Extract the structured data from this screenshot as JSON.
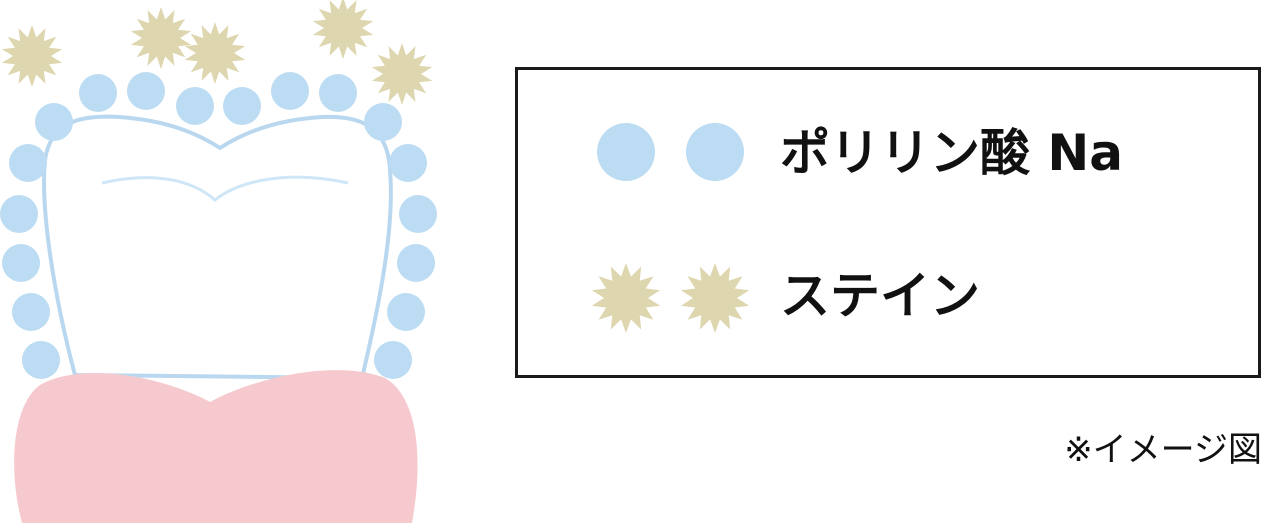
{
  "legend": {
    "items": [
      {
        "label": "ポリリン酸 Na",
        "marker": "blue-circle",
        "color": "#bcdcf3"
      },
      {
        "label": "ステイン",
        "marker": "stain-star",
        "color": "#ddd6ae"
      }
    ]
  },
  "footnote": "※イメージ図",
  "colors": {
    "tooth_outline": "#b9d8ef",
    "tooth_fill": "#ffffff",
    "gum": "#f5c9cd",
    "polyphosphate": "#bcdcf3",
    "stain": "#ddd6ae",
    "legend_border": "#1a1a1a"
  }
}
